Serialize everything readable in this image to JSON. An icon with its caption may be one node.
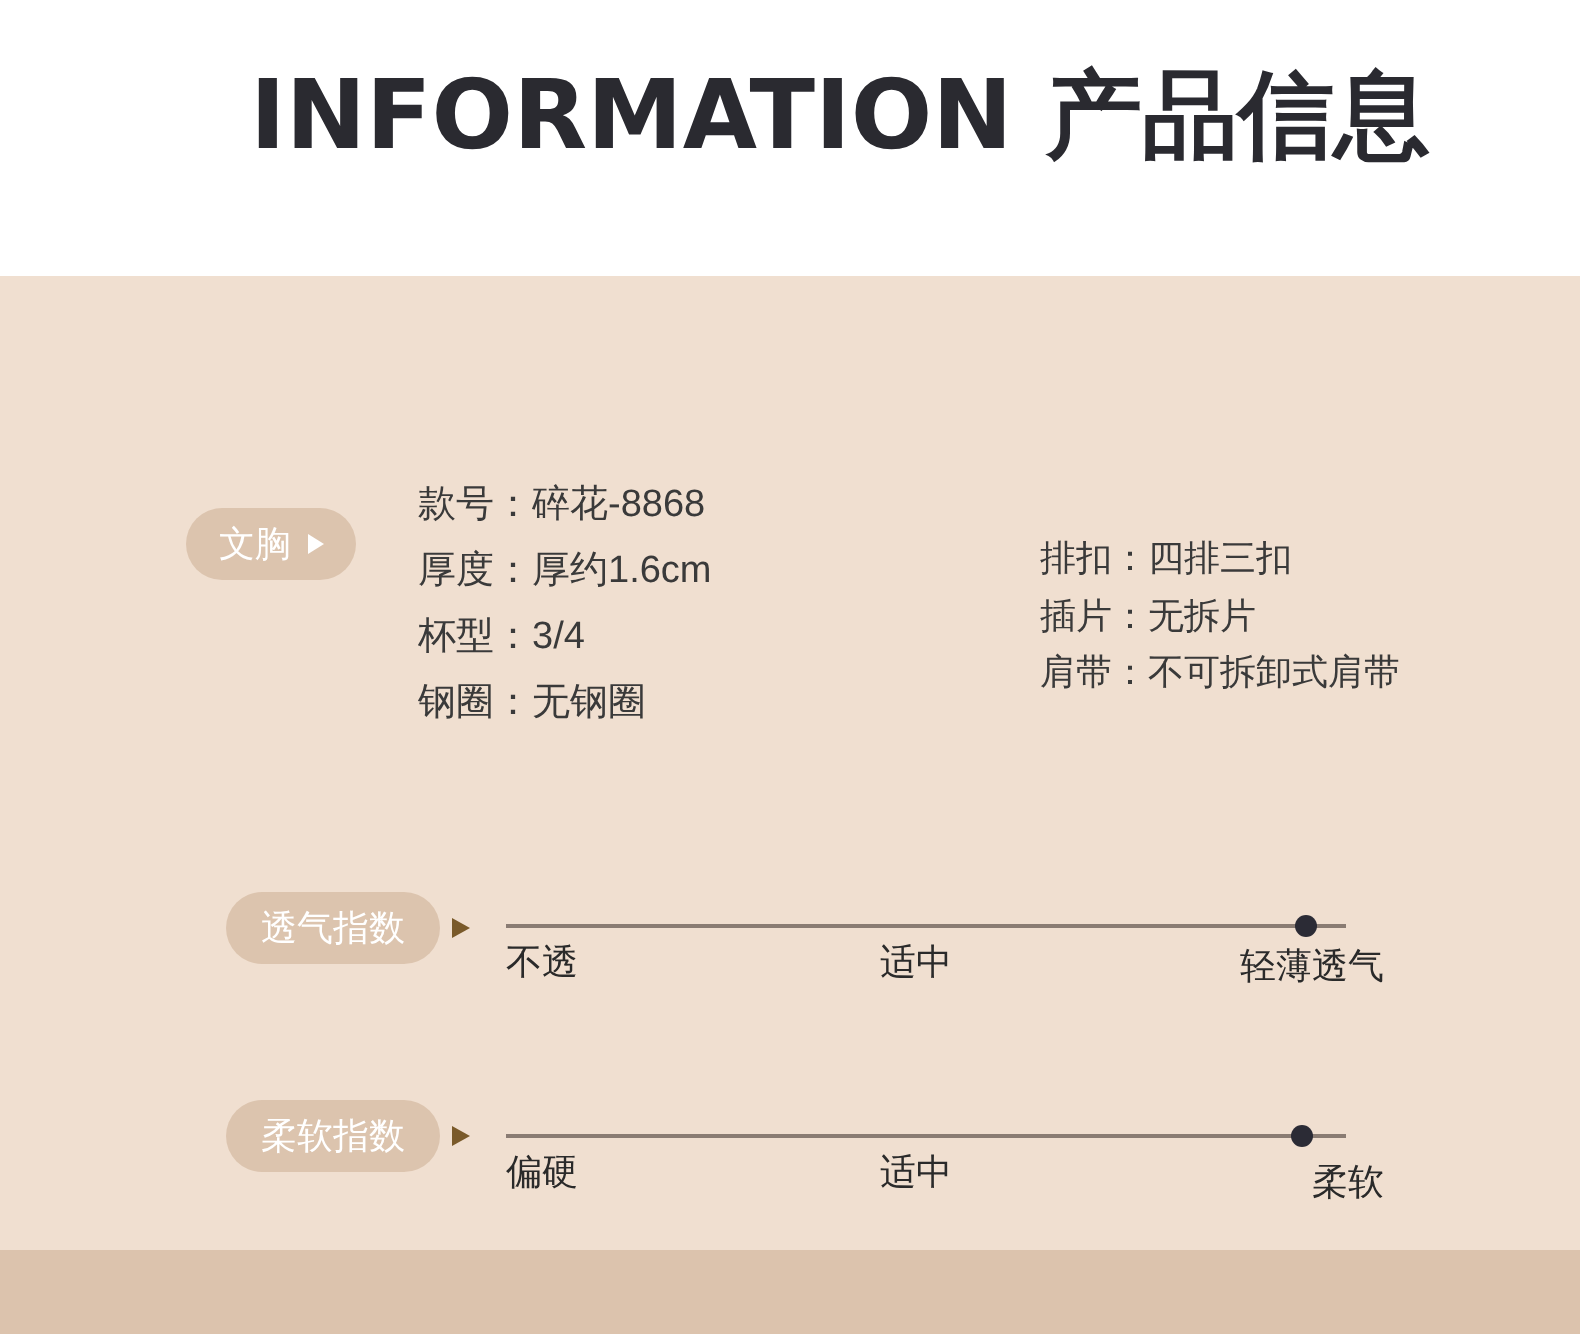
{
  "diagram": {
    "title": "INFORMATION 产品信息",
    "nodes": [
      {
        "text": [
          "文胸"
        ]
      },
      {
        "text": [
          "透气指数"
        ]
      },
      {
        "text": [
          "柔软指数"
        ]
      }
    ],
    "edges": [],
    "labels": [
      "款号：碎花-8868",
      "厚度：厚约1.6cm",
      "杯型：3/4",
      "钢圈：无钢圈",
      "排扣：四排三扣",
      "插片：无拆片",
      "肩带：不可拆卸式肩带",
      "不透",
      "适中",
      "轻薄透气",
      "偏硬",
      "适中",
      "柔软"
    ]
  }
}
